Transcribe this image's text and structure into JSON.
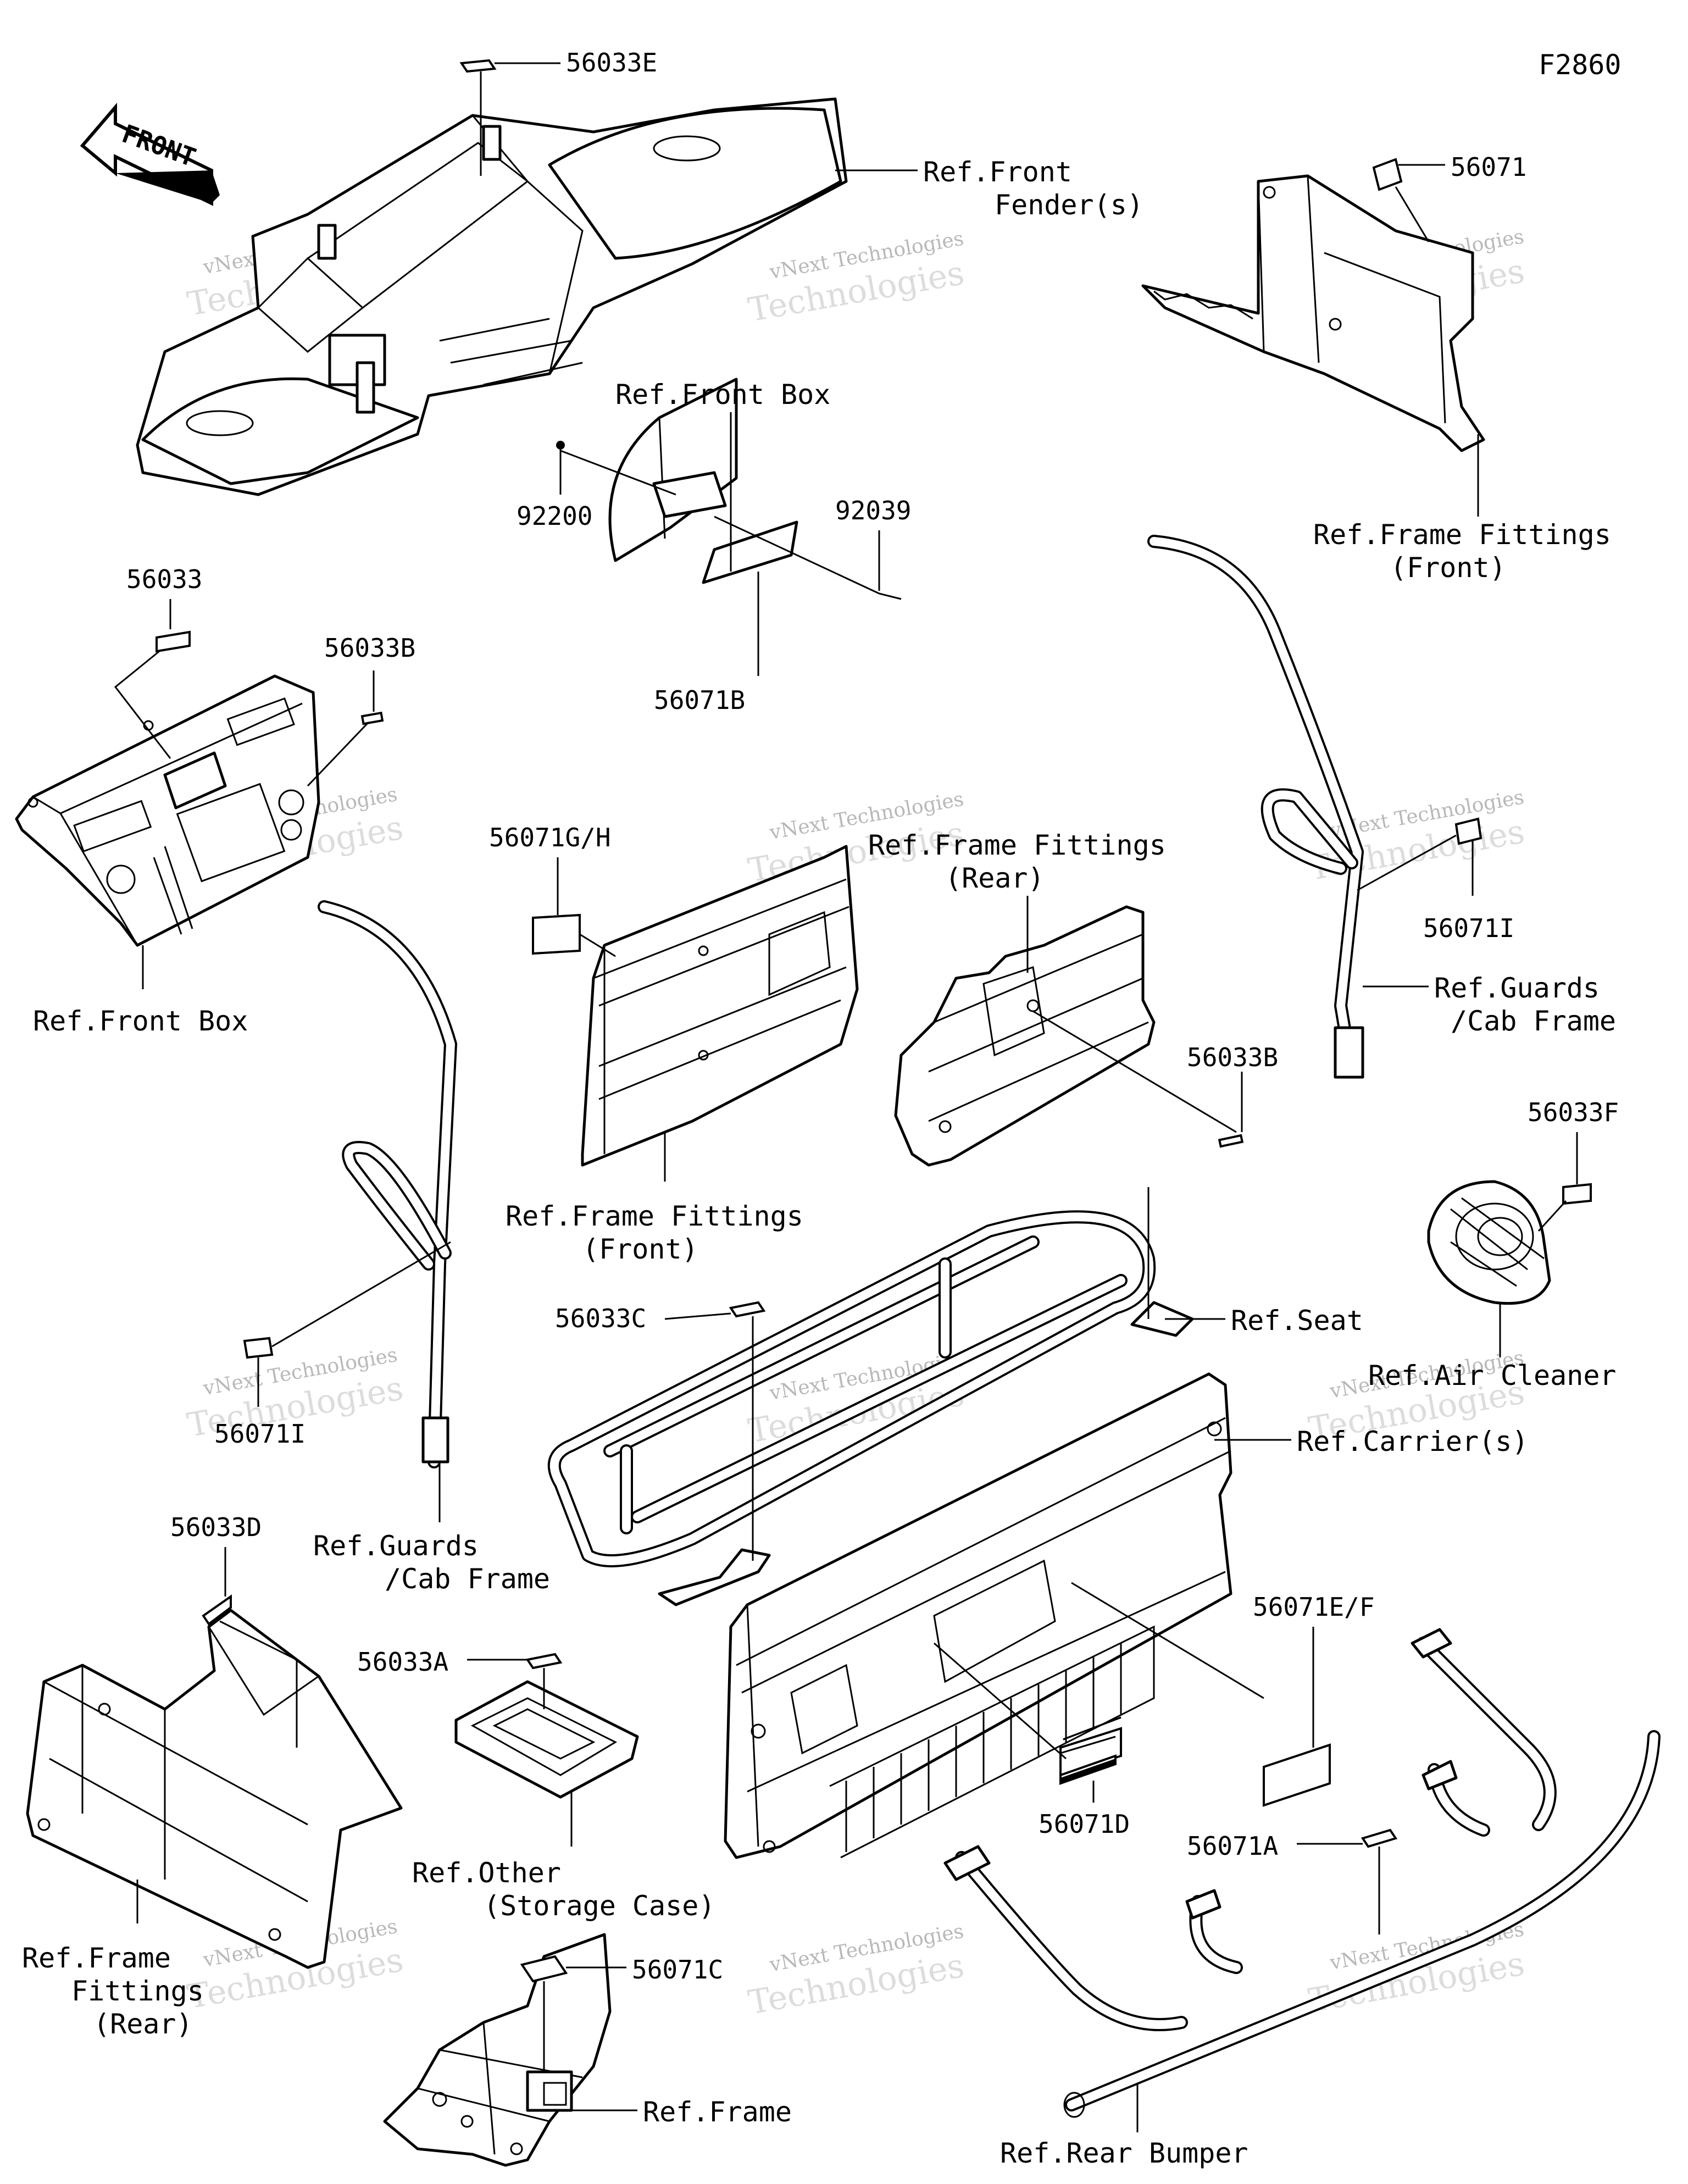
{
  "figure_id": "F2860",
  "front_arrow_label": "FRONT",
  "watermark": {
    "line1": "vNext Technologies",
    "line2": "vNext",
    "line3": "Technologies"
  },
  "labels": {
    "p56033E": "56033E",
    "ref_front_fender_1": "Ref.Front",
    "ref_front_fender_2": "Fender(s)",
    "p56071_top": "56071",
    "ref_frame_fittings_front_top_1": "Ref.Frame Fittings",
    "ref_frame_fittings_front_top_2": "(Front)",
    "ref_front_box_top": "Ref.Front Box",
    "p92200": "92200",
    "p92039": "92039",
    "p56071B": "56071B",
    "p56033": "56033",
    "p56033B_left": "56033B",
    "ref_front_box_left": "Ref.Front Box",
    "p56071GH": "56071G/H",
    "ref_frame_fittings_rear_top_1": "Ref.Frame Fittings",
    "ref_frame_fittings_rear_top_2": "(Rear)",
    "p56071I_right": "56071I",
    "ref_guards_right_1": "Ref.Guards",
    "ref_guards_right_2": "/Cab Frame",
    "p56033B_mid": "56033B",
    "p56033F": "56033F",
    "ref_frame_fittings_front_mid_1": "Ref.Frame Fittings",
    "ref_frame_fittings_front_mid_2": "(Front)",
    "p56033C": "56033C",
    "ref_seat": "Ref.Seat",
    "ref_air_cleaner": "Ref.Air Cleaner",
    "p56071I_left": "56071I",
    "ref_carriers": "Ref.Carrier(s)",
    "ref_guards_left_1": "Ref.Guards",
    "ref_guards_left_2": "/Cab Frame",
    "p56033D": "56033D",
    "p56033A": "56033A",
    "p56071EF": "56071E/F",
    "ref_other_1": "Ref.Other",
    "ref_other_2": "(Storage Case)",
    "p56071D": "56071D",
    "p56071A": "56071A",
    "ref_frame_fittings_rear_bl_1": "Ref.Frame",
    "ref_frame_fittings_rear_bl_2": "Fittings",
    "ref_frame_fittings_rear_bl_3": "(Rear)",
    "p56071C": "56071C",
    "ref_frame": "Ref.Frame",
    "ref_rear_bumper": "Ref.Rear Bumper"
  }
}
